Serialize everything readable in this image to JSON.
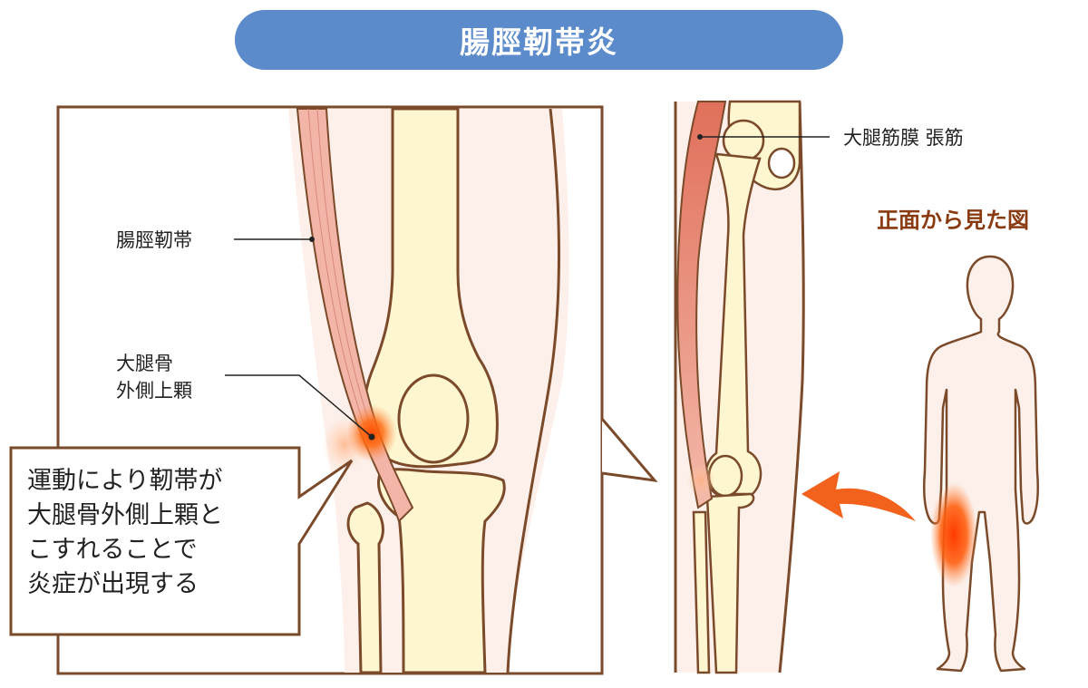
{
  "title": "腸脛靭帯炎",
  "labels": {
    "itb": "腸脛靭帯",
    "femur_condyle_line1": "大腿骨",
    "femur_condyle_line2": "外側上顆",
    "tfl": "大腿筋膜 張筋",
    "front_view": "正面から見た図"
  },
  "note": {
    "lines": [
      "運動により靭帯が",
      "大腿骨外側上顆と",
      "こすれることで",
      "炎症が出現する"
    ]
  },
  "colors": {
    "title_bg": "#5c8bcb",
    "outline": "#7a4a2a",
    "bone": "#fdf6d0",
    "skin": "#fdf0ea",
    "ligament": "#f2b5a8",
    "inflammation": "#ff5a00",
    "arrow": "#f2621c",
    "front_label": "#8a3a10"
  }
}
